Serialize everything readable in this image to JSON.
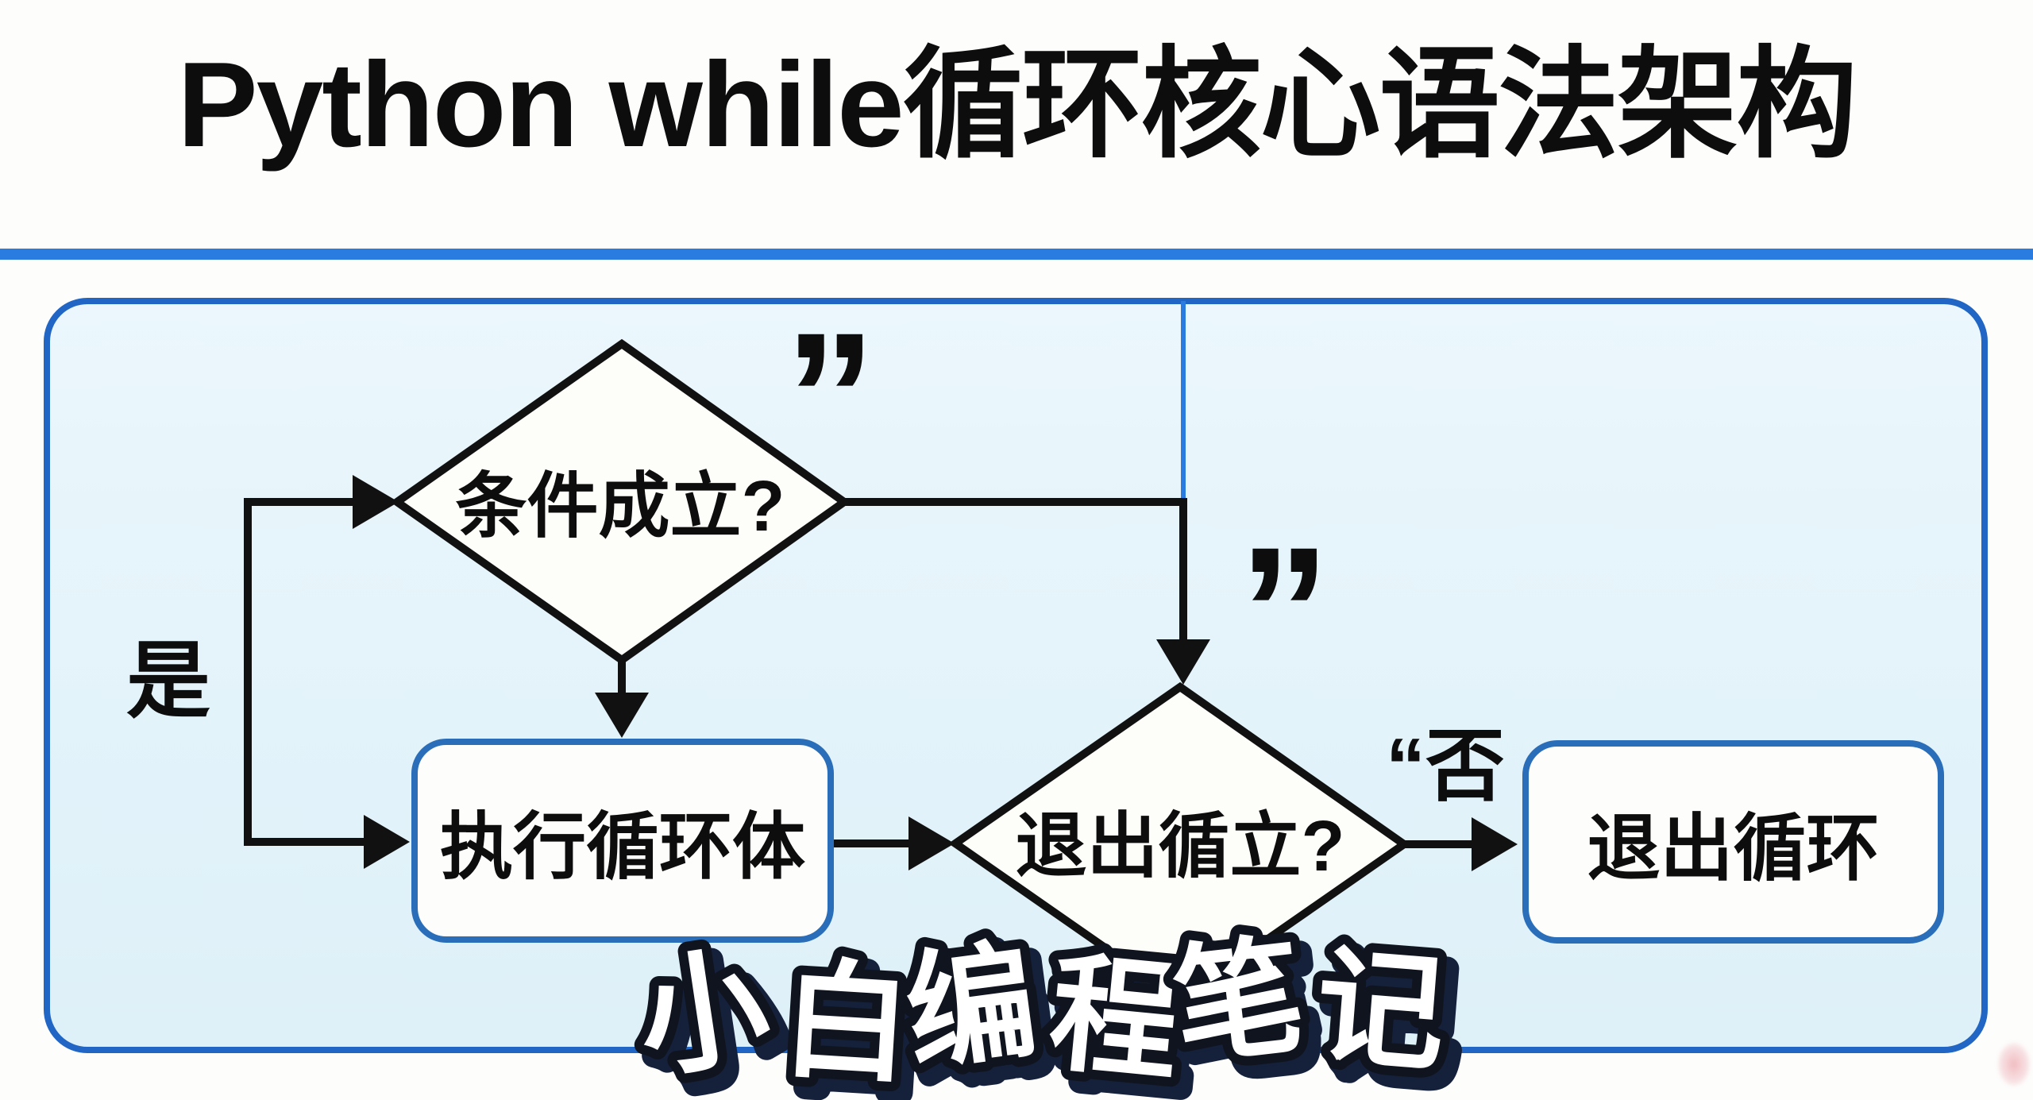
{
  "title": "Python while循环核心语法架构",
  "flowchart": {
    "condition_label": "条件成立?",
    "loop_body_label": "执行循环体",
    "exit_check_label": "退出循立?",
    "exit_label": "退出循环",
    "yes_label": "是",
    "no_label": "“否",
    "quote_top": "”",
    "quote_middle": "”"
  },
  "watermark": "小白编程笔记",
  "colors": {
    "divider_blue": "#2b7ce0",
    "container_border_blue": "#2166c4",
    "container_fill_light_blue": "#e6f4fa",
    "box_border_blue": "#2a6db9",
    "shape_line_black": "#111111",
    "watermark_fill": "#ffffff",
    "watermark_outline": "#10141f"
  }
}
